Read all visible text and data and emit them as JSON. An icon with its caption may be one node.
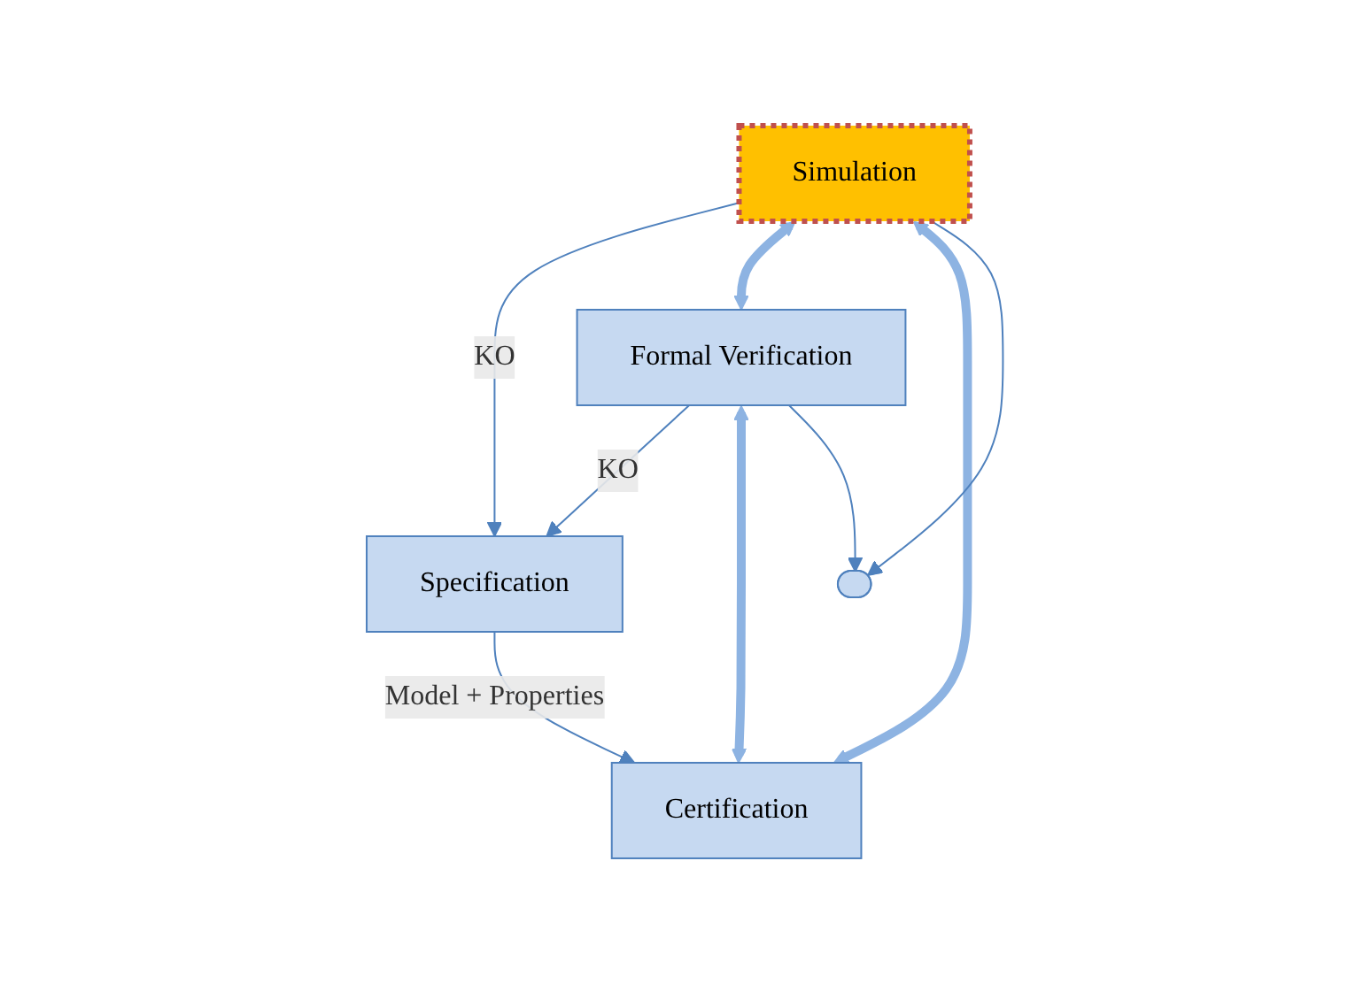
{
  "diagram": {
    "nodes": [
      {
        "text": [
          "Specification"
        ]
      },
      {
        "text": [
          "Certification"
        ]
      },
      {
        "text": [
          "Simulation"
        ]
      },
      {
        "text": [
          "Formal Verification"
        ]
      },
      {
        "text": [],
        "shape": "circle"
      }
    ],
    "edges": [
      {
        "from": 0,
        "to": 1,
        "arrow": "to",
        "label": "Model + Properties"
      },
      {
        "from": 2,
        "to": 0,
        "arrow": "to",
        "label": "KO"
      },
      {
        "from": 3,
        "to": 0,
        "arrow": "to",
        "label": "KO"
      },
      {
        "from": 2,
        "to": 3,
        "arrow": "both",
        "style": "thick"
      },
      {
        "from": 2,
        "to": 1,
        "arrow": "both",
        "style": "thick"
      },
      {
        "from": 3,
        "to": 1,
        "arrow": "both",
        "style": "thick"
      },
      {
        "from": 2,
        "to": 4,
        "arrow": "to"
      },
      {
        "from": 3,
        "to": 4,
        "arrow": "to"
      }
    ]
  }
}
